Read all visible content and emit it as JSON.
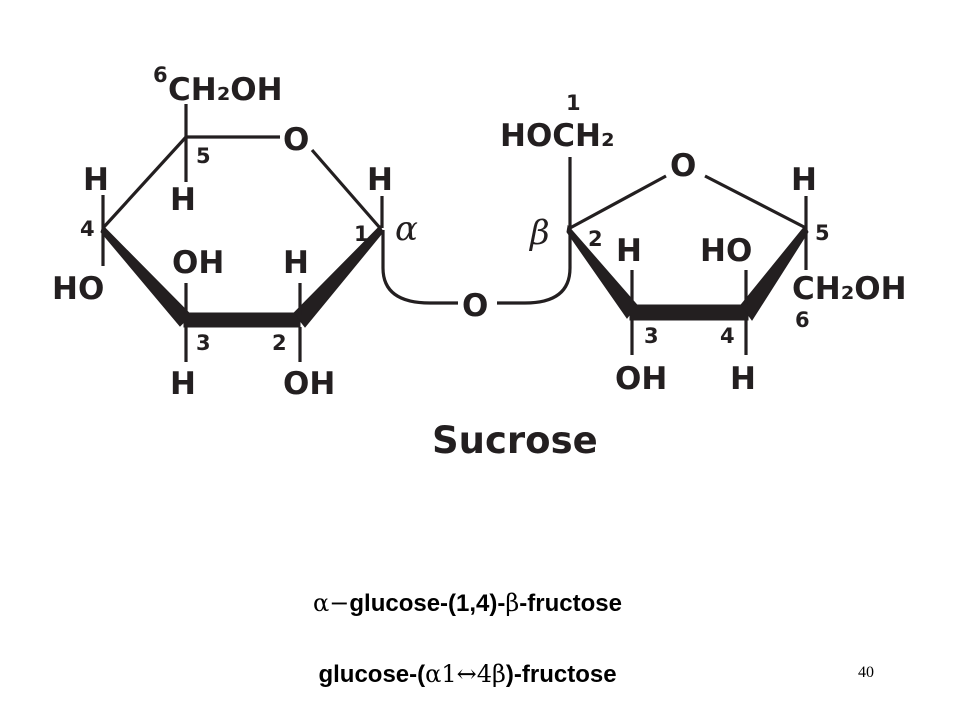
{
  "diagram": {
    "title": "Sucrose",
    "glucose": {
      "c6_group": "CH₂OH",
      "ring_oxygen": "O",
      "c1_h": "H",
      "c4_h": "H",
      "c4_oh": "HO",
      "c5_h": "H",
      "c3_oh": "OH",
      "c3_h": "H",
      "c2_h": "H",
      "c2_oh": "OH",
      "anomer": "α",
      "numbers": [
        "1",
        "2",
        "3",
        "4",
        "5",
        "6"
      ]
    },
    "linkage_oxygen": "O",
    "fructose": {
      "c1_group": "HOCH₂",
      "ring_oxygen": "O",
      "c5_h": "H",
      "c6_group": "CH₂OH",
      "c3_h": "H",
      "c3_oh": "OH",
      "c4_ho": "HO",
      "c4_h": "H",
      "anomer": "β",
      "numbers": [
        "1",
        "2",
        "3",
        "4",
        "5",
        "6"
      ]
    }
  },
  "captions": {
    "line1": {
      "alpha": "α",
      "dash": "−",
      "text1": "glucose-(1,4)-",
      "beta": "β",
      "text2": "-fructose"
    },
    "line2": {
      "text1": "glucose-(",
      "symbols": "α1↔4β",
      "text2": ")-fructose"
    }
  },
  "page_number": "40"
}
